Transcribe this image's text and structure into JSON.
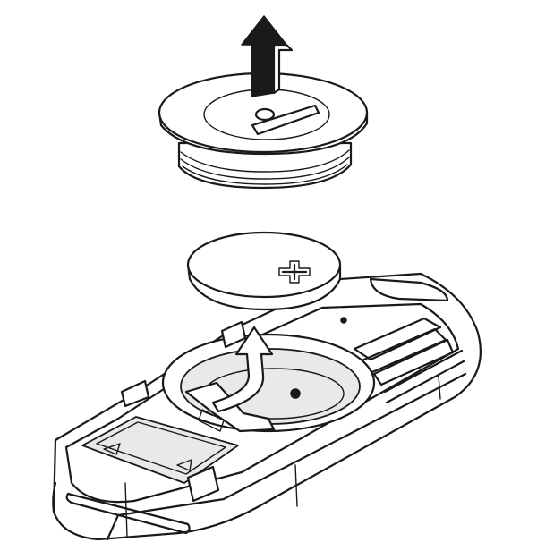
{
  "colors": {
    "line": "#1a1a1a",
    "paper": "#ffffff",
    "shade": "#e9e9e9"
  },
  "parts": [
    {
      "id": "battery-cover",
      "icon": "battery-cover-icon"
    },
    {
      "id": "coin-cell-battery",
      "icon": "coin-battery-icon",
      "symbol": "+"
    },
    {
      "id": "key-fob-housing",
      "icon": "key-fob-icon"
    }
  ],
  "steps": [
    {
      "action": "lift-cover",
      "arrow": "up-arrow-icon"
    },
    {
      "action": "remove-battery",
      "arrow": "curved-arrow-icon"
    }
  ]
}
